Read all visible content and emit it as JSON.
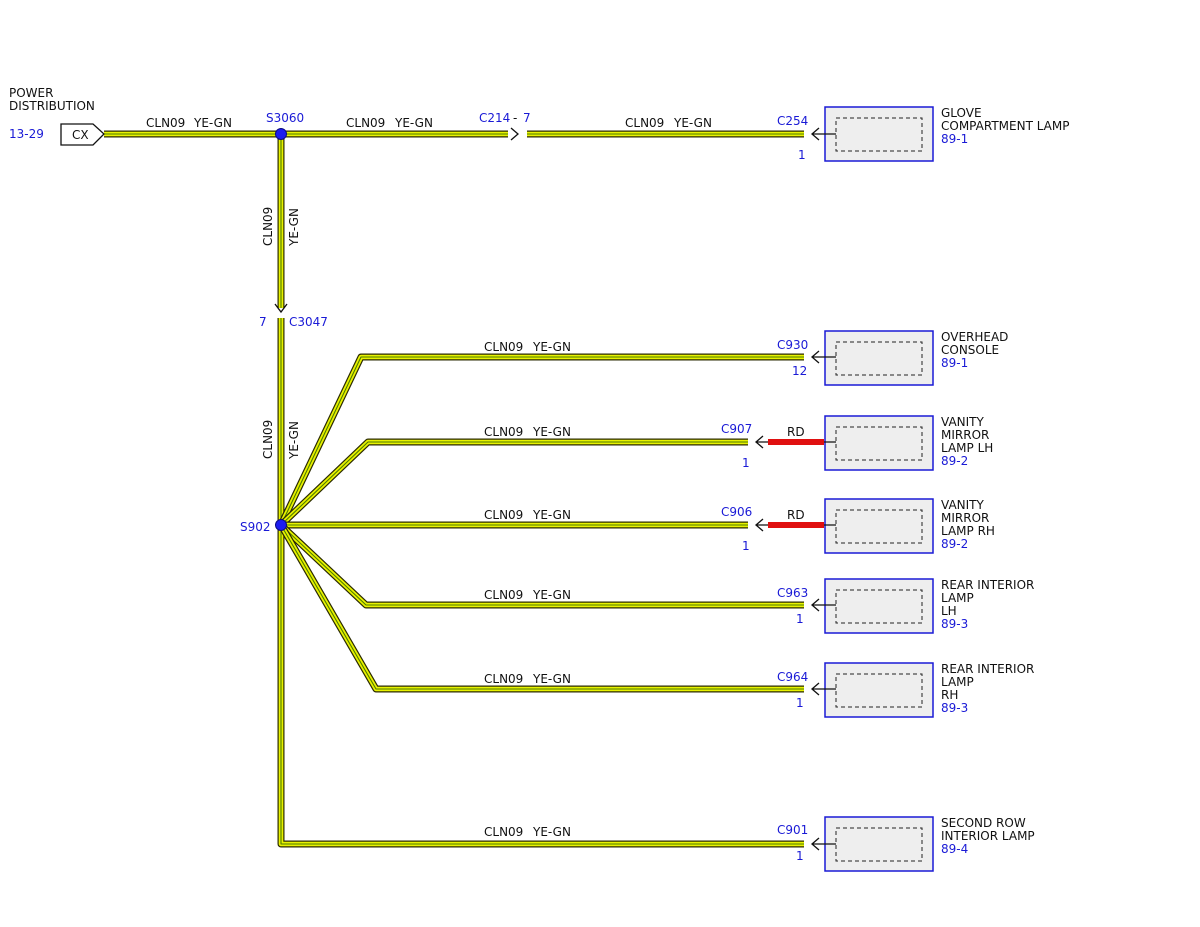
{
  "source": {
    "title_line1": "POWER",
    "title_line2": "DISTRIBUTION",
    "ref": "13-29",
    "tag": "CX"
  },
  "colors": {
    "wire_fill": "#e8f200",
    "wire_stripe": "#4d7a00",
    "wire_outline": "#2a2a00",
    "label_blue": "#1a1ad6",
    "rd_wire": "#e01010",
    "splice": "#1c1cf0"
  },
  "splices": {
    "s3060": "S3060",
    "s902": "S902"
  },
  "wire": {
    "circuit": "CLN09",
    "color": "YE-GN",
    "rd": "RD"
  },
  "inline": {
    "c214": "C214",
    "c214_dash": "-",
    "c214_pin": "7",
    "c3047": "C3047",
    "c3047_pin": "7"
  },
  "components": [
    {
      "key": "glove",
      "connector": "C254",
      "pin": "1",
      "name_lines": [
        "GLOVE",
        "COMPARTMENT LAMP"
      ],
      "ref": "89-1"
    },
    {
      "key": "overhead",
      "connector": "C930",
      "pin": "12",
      "name_lines": [
        "OVERHEAD",
        "CONSOLE"
      ],
      "ref": "89-1"
    },
    {
      "key": "vanity_lh",
      "connector": "C907",
      "pin": "1",
      "name_lines": [
        "VANITY",
        "MIRROR",
        "LAMP LH"
      ],
      "ref": "89-2"
    },
    {
      "key": "vanity_rh",
      "connector": "C906",
      "pin": "1",
      "name_lines": [
        "VANITY",
        "MIRROR",
        "LAMP RH"
      ],
      "ref": "89-2"
    },
    {
      "key": "rear_lh",
      "connector": "C963",
      "pin": "1",
      "name_lines": [
        "REAR INTERIOR",
        "LAMP",
        "LH"
      ],
      "ref": "89-3"
    },
    {
      "key": "rear_rh",
      "connector": "C964",
      "pin": "1",
      "name_lines": [
        "REAR INTERIOR",
        "LAMP",
        "RH"
      ],
      "ref": "89-3"
    },
    {
      "key": "second_row",
      "connector": "C901",
      "pin": "1",
      "name_lines": [
        "SECOND ROW",
        "INTERIOR LAMP"
      ],
      "ref": "89-4"
    }
  ]
}
